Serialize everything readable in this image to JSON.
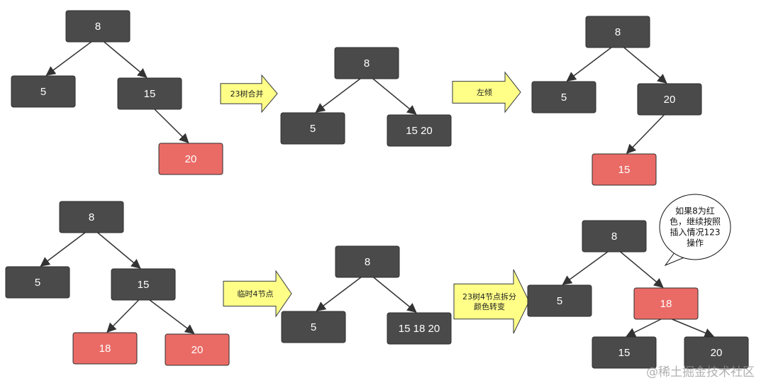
{
  "colors": {
    "black_node": "#4a4a4a",
    "red_node": "#ea6b66",
    "node_stroke": "#2e2e2e",
    "edge": "#333333",
    "arrow_fill": "#ffff88",
    "arrow_stroke": "#36393d"
  },
  "nodes": [
    {
      "id": "t1-8",
      "label": "8",
      "color": "black"
    },
    {
      "id": "t1-5",
      "label": "5",
      "color": "black"
    },
    {
      "id": "t1-15",
      "label": "15",
      "color": "black"
    },
    {
      "id": "t1-20",
      "label": "20",
      "color": "red"
    },
    {
      "id": "t2-8",
      "label": "8",
      "color": "black"
    },
    {
      "id": "t2-5",
      "label": "5",
      "color": "black"
    },
    {
      "id": "t2-1520",
      "label": "15 20",
      "color": "black"
    },
    {
      "id": "t3-8",
      "label": "8",
      "color": "black"
    },
    {
      "id": "t3-5",
      "label": "5",
      "color": "black"
    },
    {
      "id": "t3-20",
      "label": "20",
      "color": "black"
    },
    {
      "id": "t3-15",
      "label": "15",
      "color": "red"
    },
    {
      "id": "t4-8",
      "label": "8",
      "color": "black"
    },
    {
      "id": "t4-5",
      "label": "5",
      "color": "black"
    },
    {
      "id": "t4-15",
      "label": "15",
      "color": "black"
    },
    {
      "id": "t4-18",
      "label": "18",
      "color": "red"
    },
    {
      "id": "t4-20",
      "label": "20",
      "color": "red"
    },
    {
      "id": "t5-8",
      "label": "8",
      "color": "black"
    },
    {
      "id": "t5-5",
      "label": "5",
      "color": "black"
    },
    {
      "id": "t5-151820",
      "label": "15 18 20",
      "color": "black"
    },
    {
      "id": "t6-8",
      "label": "8",
      "color": "black"
    },
    {
      "id": "t6-5",
      "label": "5",
      "color": "black"
    },
    {
      "id": "t6-18",
      "label": "18",
      "color": "red"
    },
    {
      "id": "t6-15",
      "label": "15",
      "color": "black"
    },
    {
      "id": "t6-20",
      "label": "20",
      "color": "black"
    }
  ],
  "edges": [
    [
      "t1-8",
      "t1-5"
    ],
    [
      "t1-8",
      "t1-15"
    ],
    [
      "t1-15",
      "t1-20"
    ],
    [
      "t2-8",
      "t2-5"
    ],
    [
      "t2-8",
      "t2-1520"
    ],
    [
      "t3-8",
      "t3-5"
    ],
    [
      "t3-8",
      "t3-20"
    ],
    [
      "t3-20",
      "t3-15"
    ],
    [
      "t4-8",
      "t4-5"
    ],
    [
      "t4-8",
      "t4-15"
    ],
    [
      "t4-15",
      "t4-18"
    ],
    [
      "t4-15",
      "t4-20"
    ],
    [
      "t5-8",
      "t5-5"
    ],
    [
      "t5-8",
      "t5-151820"
    ],
    [
      "t6-8",
      "t6-5"
    ],
    [
      "t6-8",
      "t6-18"
    ],
    [
      "t6-18",
      "t6-15"
    ],
    [
      "t6-18",
      "t6-20"
    ]
  ],
  "arrows": [
    {
      "id": "merge-23",
      "lines": [
        "23树合并"
      ]
    },
    {
      "id": "lean-left",
      "lines": [
        "左倾"
      ]
    },
    {
      "id": "temp-4node",
      "lines": [
        "临时4节点"
      ]
    },
    {
      "id": "split-recolor",
      "lines": [
        "23树4节点拆分",
        "颜色转变"
      ]
    }
  ],
  "note": {
    "lines": [
      "如果8为红",
      "色，继续按照",
      "插入情况123",
      "操作"
    ]
  },
  "watermark": "@稀土掘金技术社区"
}
